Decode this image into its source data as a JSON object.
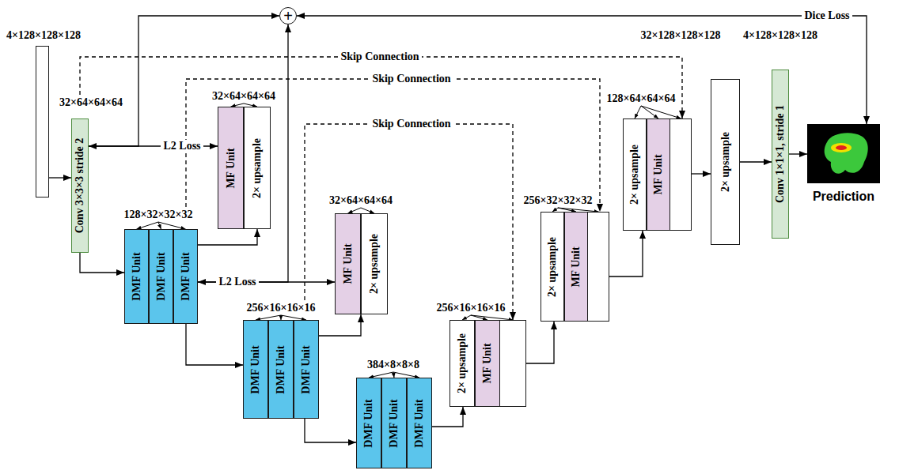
{
  "diagram": {
    "nodes": [
      {
        "text": [
          "4×128×128×128"
        ]
      },
      {
        "text": [
          "32×64×64×64",
          "Conv 3×3×3 stride 2"
        ]
      },
      {
        "text": [
          "128×32×32×32"
        ]
      },
      {
        "text": [
          "DMF Unit"
        ],
        "in": 2
      },
      {
        "text": [
          "DMF Unit"
        ],
        "in": 2
      },
      {
        "text": [
          "DMF Unit"
        ],
        "in": 2
      },
      {
        "text": [
          "32×64×64×64"
        ]
      },
      {
        "text": [
          "MF Unit"
        ],
        "in": 6
      },
      {
        "text": [
          "2× upsample"
        ],
        "in": 6
      },
      {
        "text": [
          "256×16×16×16"
        ]
      },
      {
        "text": [
          "DMF Unit"
        ],
        "in": 9
      },
      {
        "text": [
          "DMF Unit"
        ],
        "in": 9
      },
      {
        "text": [
          "DMF Unit"
        ],
        "in": 9
      },
      {
        "text": [
          "32×64×64×64"
        ]
      },
      {
        "text": [
          "MF Unit"
        ],
        "in": 13
      },
      {
        "text": [
          "2× upsample"
        ],
        "in": 13
      },
      {
        "text": [
          "384×8×8×8"
        ]
      },
      {
        "text": [
          "DMF Unit"
        ],
        "in": 16
      },
      {
        "text": [
          "DMF Unit"
        ],
        "in": 16
      },
      {
        "text": [
          "DMF Unit"
        ],
        "in": 16
      },
      {
        "text": [
          "256×16×16×16"
        ]
      },
      {
        "text": [
          "2× upsample"
        ],
        "in": 20
      },
      {
        "text": [
          "MF Unit"
        ],
        "in": 20
      },
      {
        "text": [
          "256×32×32×32"
        ]
      },
      {
        "text": [
          "2× upsample"
        ],
        "in": 23
      },
      {
        "text": [
          "MF Unit"
        ],
        "in": 23
      },
      {
        "text": [
          "128×64×64×64"
        ]
      },
      {
        "text": [
          "2× upsample"
        ],
        "in": 26
      },
      {
        "text": [
          "MF Unit"
        ],
        "in": 26
      },
      {
        "text": [
          "32×128×128×128",
          "2× upsample"
        ]
      },
      {
        "text": [
          "4×128×128×128",
          "Conv 1×1×1, stride 1"
        ]
      },
      {
        "text": [
          "Prediction"
        ]
      },
      {
        "text": [
          "+"
        ]
      }
    ],
    "edges": [
      {
        "from": 0,
        "to": 1,
        "arrow": "to"
      },
      {
        "from": 1,
        "to": 2,
        "arrow": "to"
      },
      {
        "from": 1,
        "to": 6,
        "label": "L2 Loss",
        "arrow": "both"
      },
      {
        "from": 1,
        "to": 32,
        "arrow": "to"
      },
      {
        "from": 2,
        "to": 6,
        "arrow": "to"
      },
      {
        "from": 2,
        "to": 13,
        "label": "L2 Loss",
        "arrow": "both"
      },
      {
        "from": 2,
        "to": 32,
        "arrow": "to"
      },
      {
        "from": 2,
        "to": 9,
        "arrow": "to"
      },
      {
        "from": 9,
        "to": 13,
        "arrow": "to"
      },
      {
        "from": 9,
        "to": 16,
        "arrow": "to"
      },
      {
        "from": 16,
        "to": 20,
        "arrow": "to"
      },
      {
        "from": 20,
        "to": 23,
        "arrow": "to"
      },
      {
        "from": 23,
        "to": 26,
        "arrow": "to"
      },
      {
        "from": 26,
        "to": 29,
        "arrow": "to"
      },
      {
        "from": 29,
        "to": 30,
        "arrow": "to"
      },
      {
        "from": 30,
        "to": 31,
        "arrow": "to"
      },
      {
        "from": 31,
        "to": 32,
        "label": "Dice Loss",
        "arrow": "both"
      },
      {
        "from": 1,
        "to": 26,
        "label": "Skip Connection",
        "arrow": "to"
      },
      {
        "from": 2,
        "to": 23,
        "label": "Skip Connection",
        "arrow": "to"
      },
      {
        "from": 9,
        "to": 20,
        "label": "Skip Connection",
        "arrow": "to"
      }
    ]
  }
}
